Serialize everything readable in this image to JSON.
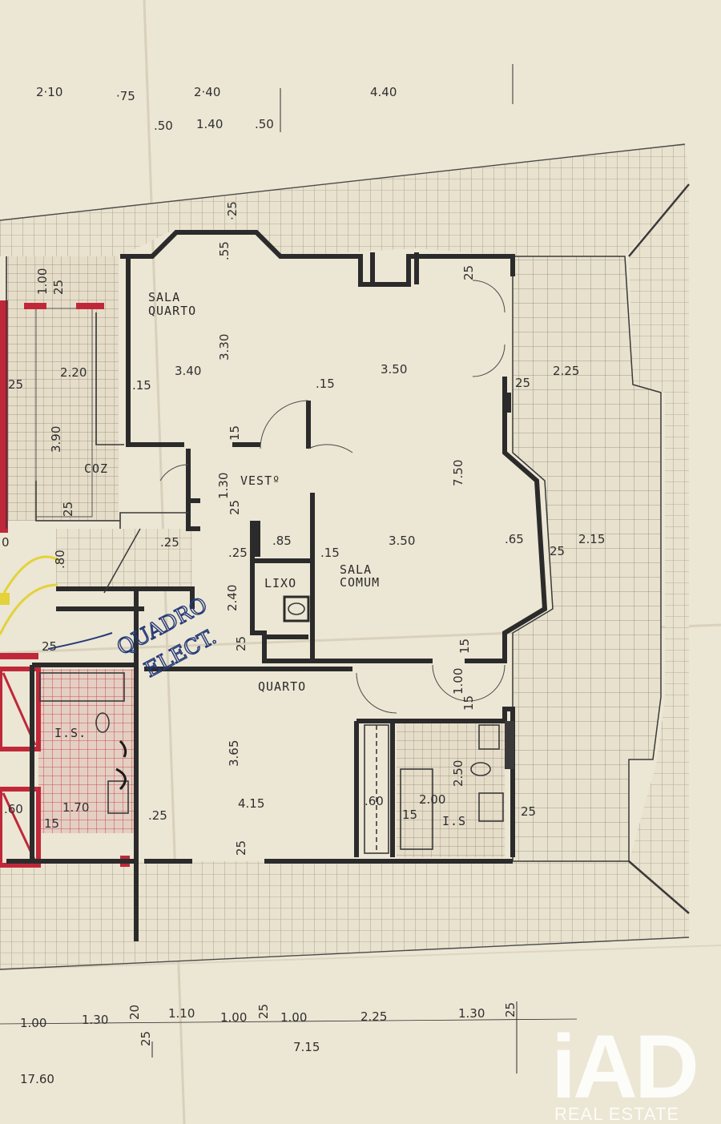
{
  "plan": {
    "rooms": {
      "sala_quarto_1": "SALA",
      "sala_quarto_2": "QUARTO",
      "vestibulo": "VESTº",
      "cozinha": "COZ",
      "lixo": "LIXO",
      "sala_comum_1": "SALA",
      "sala_comum_2": "COMUM",
      "quarto": "QUARTO",
      "is_left": "I.S.",
      "is_right": "I.S"
    },
    "handwriting": {
      "line1": "QUADRO",
      "line2": "ELECT."
    },
    "dims_top": {
      "d1": "2·10",
      "d2": "·75",
      "d3": "2·40",
      "d4": "4.40",
      "d5": ".50",
      "d6": "1.40",
      "d7": ".50"
    },
    "dims_interior": {
      "a": "·25",
      "b": ".55",
      "c": "25",
      "d": "1.00",
      "e": "25",
      "f": "25",
      "g": "2.20",
      "h": ".15",
      "i": "3.40",
      "j": "3.30",
      "k": ".15",
      "l": "3.50",
      "m": "2.25",
      "n": "25",
      "o": "3.90",
      "p": "15",
      "q": "25",
      "r": "1.30",
      "s": "25",
      "t": "7.50",
      "u": ".25",
      "v": ".85",
      "w": ".25",
      "x": ".15",
      "y": "3.50",
      "z": ".65",
      "aa": "25",
      "ab": "2.15",
      "ac": ".80",
      "ad": "2.40",
      "ae": "25",
      "af": "25",
      "ag": "15",
      "ah": "1.00",
      "ai": "15",
      "aj": "3.65",
      "ak": "2.50",
      "al": "4.15",
      "am": ".60",
      "an": "2.00",
      "ao": "15",
      "ap": ".60",
      "aq": "1.70",
      "ar": "15",
      "as": ".25",
      "at": "25",
      "au": "25",
      "av": "0"
    },
    "dims_bottom": {
      "b1": "1.00",
      "b2": "1.30",
      "b3": "20",
      "b4": "1.10",
      "b5": "1.00",
      "b6": "25",
      "b7": "1.00",
      "b8": "2.25",
      "b9": "1.30",
      "b10": "25",
      "b11": "25",
      "b12": "7.15",
      "b13": "17.60"
    }
  },
  "watermark": {
    "brand": "iAD",
    "tagline": "REAL ESTATE"
  },
  "colors": {
    "paper": "#ece6d4",
    "ink": "#2b2b2b",
    "red_markup": "#c0283a",
    "yellow_markup": "#e3d23a",
    "blue_pen": "#243a78"
  }
}
